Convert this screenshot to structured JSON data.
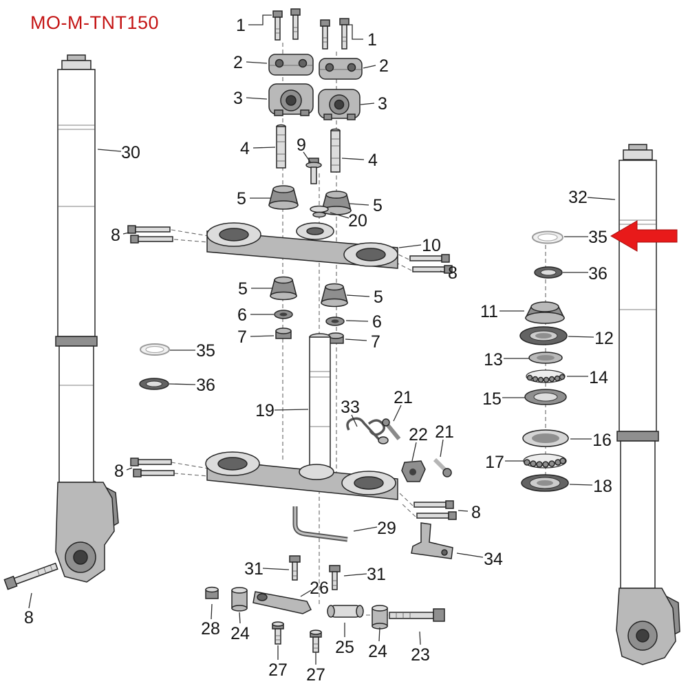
{
  "title": "MO-M-TNT150",
  "colors": {
    "title": "#c41414",
    "arrow": "#e81a1a",
    "line": "#252525"
  },
  "labels": {
    "n1a": "1",
    "n1b": "1",
    "n2a": "2",
    "n2b": "2",
    "n3a": "3",
    "n3b": "3",
    "n4a": "4",
    "n4b": "4",
    "n9": "9",
    "n5a": "5",
    "n5b": "5",
    "n5c": "5",
    "n5d": "5",
    "n20": "20",
    "n8a": "8",
    "n8b": "8",
    "n8c": "8",
    "n8d": "8",
    "n8e": "8",
    "n10": "10",
    "n6a": "6",
    "n6b": "6",
    "n7a": "7",
    "n7b": "7",
    "n35L": "35",
    "n36L": "36",
    "n19": "19",
    "n33": "33",
    "n21a": "21",
    "n21b": "21",
    "n22": "22",
    "n29": "29",
    "n34": "34",
    "n31a": "31",
    "n31b": "31",
    "n26": "26",
    "n28": "28",
    "n24a": "24",
    "n24b": "24",
    "n25": "25",
    "n23": "23",
    "n27a": "27",
    "n27b": "27",
    "n30": "30",
    "n32": "32",
    "n35R": "35",
    "n36R": "36",
    "n11": "11",
    "n12": "12",
    "n13": "13",
    "n14": "14",
    "n15": "15",
    "n16": "16",
    "n17": "17",
    "n18": "18"
  }
}
